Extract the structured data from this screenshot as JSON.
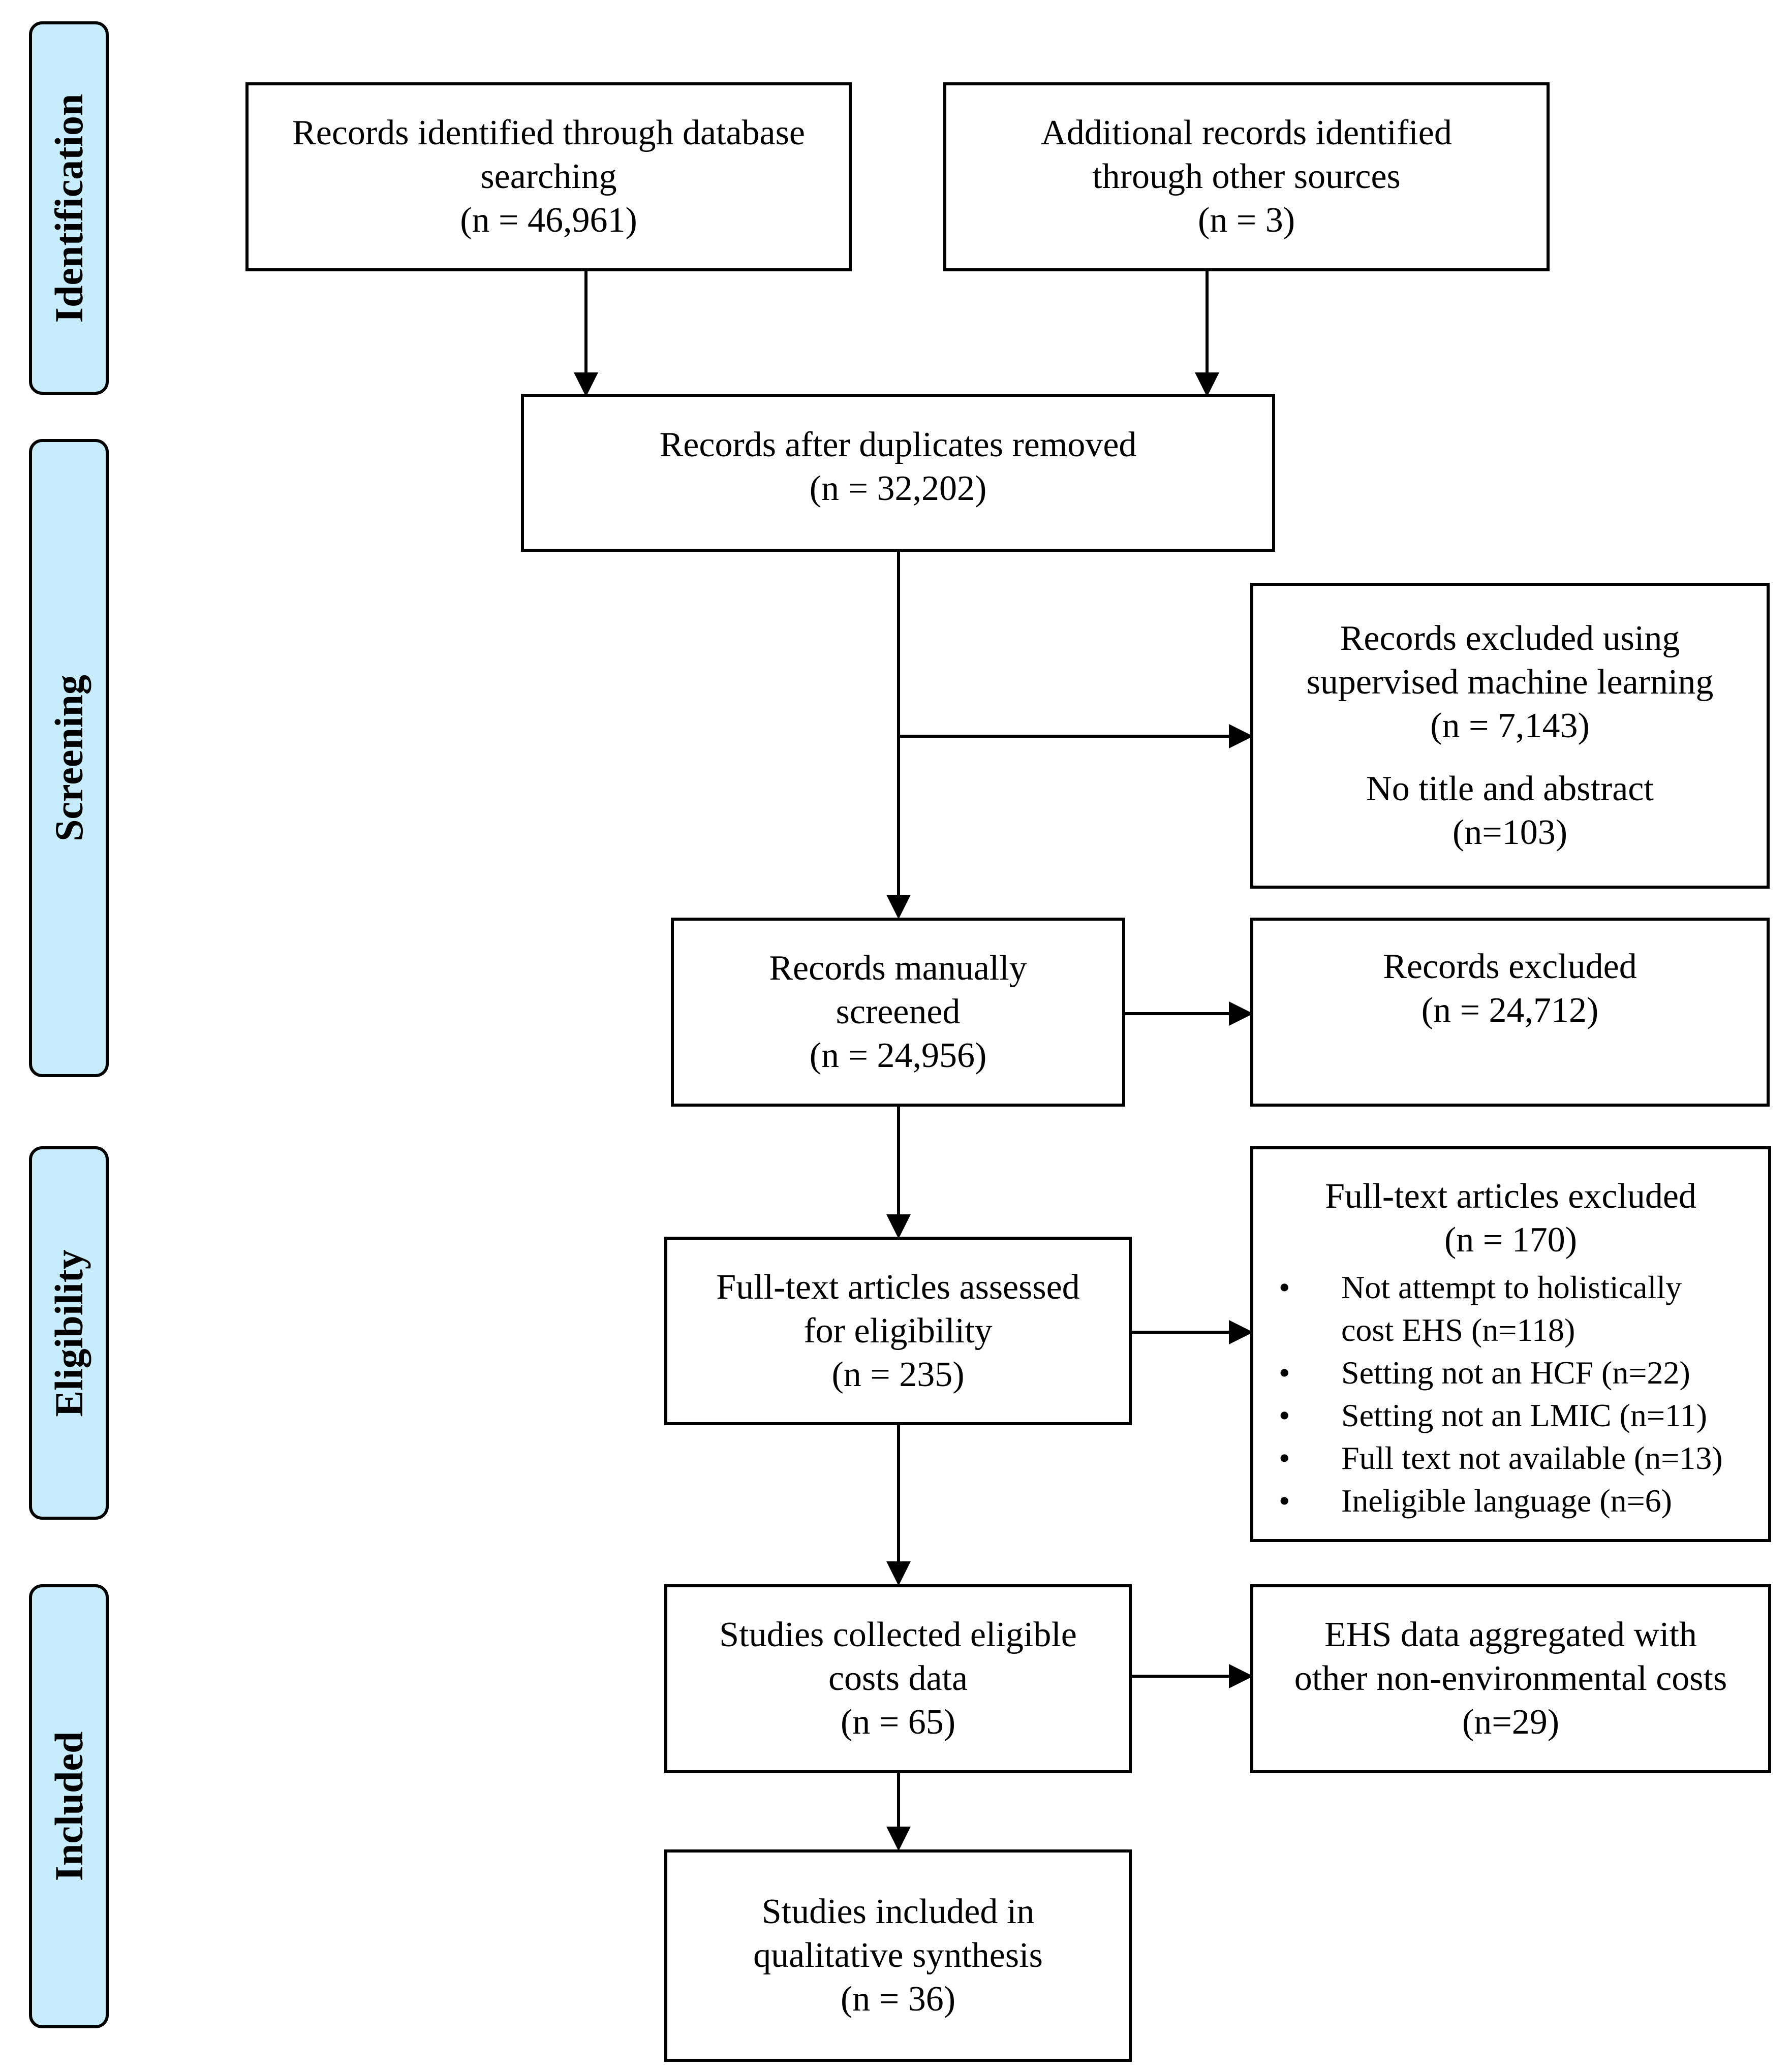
{
  "phases": {
    "identification": "Identification",
    "screening": "Screening",
    "eligibility": "Eligibility",
    "included": "Included"
  },
  "boxes": {
    "database_search": {
      "line1": "Records identified through database",
      "line2": "searching",
      "count": "(n = 46,961)"
    },
    "other_sources": {
      "line1": "Additional records identified",
      "line2": "through other sources",
      "count": "(n =  3)"
    },
    "duplicates_removed": {
      "line1": "Records after duplicates removed",
      "count": "(n = 32,202)"
    },
    "ml_excluded": {
      "line1": "Records excluded using",
      "line2": "supervised machine learning",
      "count": "(n = 7,143)",
      "line3": "No title and abstract",
      "count2": "(n=103)"
    },
    "manually_screened": {
      "line1": "Records manually",
      "line2": "screened",
      "count": "(n = 24,956)"
    },
    "records_excluded": {
      "line1": "Records excluded",
      "count": "(n = 24,712)"
    },
    "fulltext_assessed": {
      "line1": "Full-text articles assessed",
      "line2": "for eligibility",
      "count": "(n = 235)"
    },
    "fulltext_excluded": {
      "title": "Full-text articles excluded",
      "count": "(n = 170)",
      "reasons": [
        {
          "line1": "Not attempt to holistically",
          "line2": "cost EHS (n=118)"
        },
        {
          "line1": "Setting not an HCF (n=22)"
        },
        {
          "line1": "Setting not an LMIC (n=11)"
        },
        {
          "line1": "Full text not available (n=13)"
        },
        {
          "line1": "Ineligible language (n=6)"
        }
      ]
    },
    "eligible_costs": {
      "line1": "Studies collected eligible",
      "line2": "costs data",
      "count": "(n = 65)"
    },
    "aggregated": {
      "line1": "EHS data aggregated with",
      "line2": "other non-environmental costs",
      "count": "(n=29)"
    },
    "included_synthesis": {
      "line1": "Studies included in",
      "line2": "qualitative synthesis",
      "count": "(n =  36)"
    }
  }
}
